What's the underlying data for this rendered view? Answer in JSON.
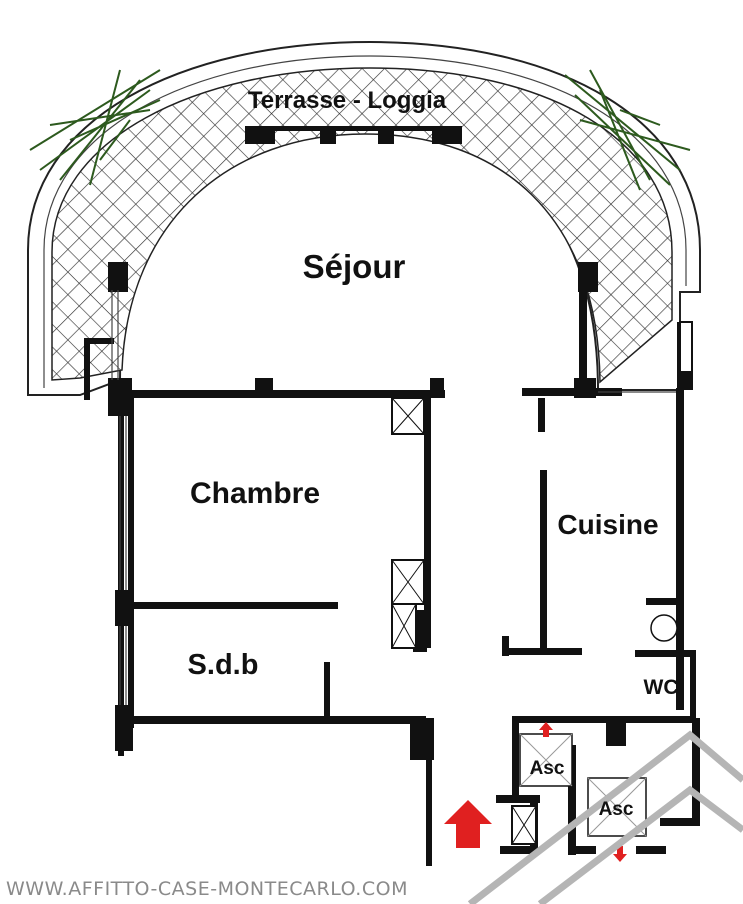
{
  "labels": {
    "terrace": "Terrasse - Loggia",
    "living": "Séjour",
    "bedroom": "Chambre",
    "bathroom": "S.d.b",
    "kitchen": "Cuisine",
    "wc": "WC",
    "elevator_1": "Asc",
    "elevator_2": "Asc"
  },
  "watermark": "WWW.AFFITTO-CASE-MONTECARLO.COM",
  "colors": {
    "wall": "#111111",
    "arrow": "#e02020",
    "plants": "#2d5a1e",
    "logo_stroke": "#b5b5b5"
  },
  "icons": [
    "entrance-arrow-icon",
    "elevator-up-arrow-icon",
    "elevator-down-arrow-icon",
    "watermark-logo-icon",
    "plant-icon"
  ]
}
